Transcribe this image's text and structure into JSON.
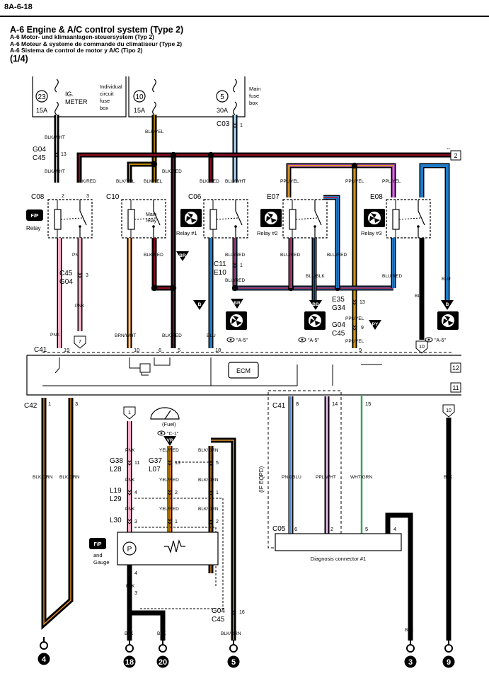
{
  "header": {
    "page_id": "8A-6-18"
  },
  "title": {
    "main": "A-6 Engine & A/C control system (Type 2)",
    "de": "A-6 Motor- und klimaanlagen-steuersystem (Typ 2)",
    "fr": "A-6 Moteur & systeme de commande du climatiseur (Type 2)",
    "es": "A-6 Sistema de control de motor y A/C (Tipo 2)",
    "part": "(1/4)"
  },
  "fuses": [
    {
      "num": "23",
      "amp": "15A",
      "name_line1": "IG.",
      "name_line2": "METER"
    },
    {
      "num": "10",
      "amp": "15A"
    },
    {
      "num": "5",
      "amp": "30A"
    }
  ],
  "fuse_box_labels": {
    "individual": [
      "Individual",
      "circuit",
      "fuse",
      "box"
    ],
    "main": [
      "Main",
      "fuse",
      "box"
    ]
  },
  "connectors": {
    "c03": "C03",
    "c03_pin": "1",
    "g04_c45": [
      "G04",
      "C45"
    ],
    "g04_pin": "13",
    "c08": "C08",
    "c10": "C10",
    "c06": "C06",
    "e07": "E07",
    "e08": "E08",
    "c11_e10": [
      "C11",
      "E10"
    ],
    "c11_pin": "1",
    "c45_g04": [
      "C45",
      "G04"
    ],
    "c45_pin": "3",
    "e35_g34": [
      "E35",
      "G34"
    ],
    "e35_pin": "13",
    "g04_c45_b": [
      "G04",
      "C45"
    ],
    "g04b_pin": "9",
    "c41": "C41",
    "c42": "C42",
    "g38_l28": [
      "G38",
      "L28"
    ],
    "g38_pin": "11",
    "g37_l07": [
      "G37",
      "L07"
    ],
    "g37_pin": "13",
    "g37_pin_r": "5",
    "l19_l29": [
      "L19",
      "L29"
    ],
    "l19_pin": "4",
    "l19_pin_m": "2",
    "l19_pin_r": "1",
    "l30": "L30",
    "l30_pin": "3",
    "l30_pin_m": "1",
    "l30_pin_r": "2",
    "g04_c45_c": [
      "G04",
      "C45"
    ],
    "g04c_pin": "16",
    "c41_dlc": "C41",
    "c05": "C05"
  },
  "wires": {
    "blk_wht": "BLK/WHT",
    "blk_yel": "BLK/YEL",
    "blu_wht": "BLU/WHT",
    "blk_red": "BLK/RED",
    "ppl_yel": "PPL/YEL",
    "pnk": "PNK",
    "blu_red": "BLU/RED",
    "blu_blk": "BLU/BLK",
    "blu": "BLU",
    "blk": "BLK",
    "brn_wht": "BRN/WHT",
    "blk_orn": "BLK/ORN",
    "yel_red": "YEL/RED",
    "pnk_blu": "PNK/BLU",
    "ppl_wht": "PPL/WHT",
    "wht_grn": "WHT/GRN"
  },
  "components": {
    "relay": "Relay",
    "main_relay": [
      "Main",
      "relay"
    ],
    "relay1": "Relay #1",
    "relay2": "Relay #2",
    "relay3": "Relay #3",
    "ecm": "ECM",
    "fuel_gauge": "(Fuel)",
    "fuel_ref": "\"C-1\"",
    "fuel_pump": [
      "and",
      "Gauge"
    ],
    "diag": "Diagnosis connector #1",
    "if_eqpd": "(IF EQPD)",
    "fan_ref": "\"A-5\"",
    "fan_ref3": "\"A-6\""
  },
  "badges": {
    "br": "BR",
    "b": "B",
    "bb": "BB",
    "py": "PY",
    "vr": "VR"
  },
  "offpage": {
    "o2": "2",
    "o12": "12",
    "o11": "11",
    "o7": "7",
    "o10": "10",
    "o1": "1"
  },
  "grounds": [
    "4",
    "18",
    "20",
    "5",
    "3",
    "9"
  ],
  "colors": {
    "blk": "#000000",
    "pnk": "#f4b0c8",
    "blu": "#1f7cc8",
    "red": "#c8102e",
    "ppl": "#8e3aa0",
    "brn": "#8a5a2b",
    "yel": "#f2b200",
    "orn": "#e8922a",
    "grn": "#3aa35a",
    "gray": "#d9d9d9"
  }
}
